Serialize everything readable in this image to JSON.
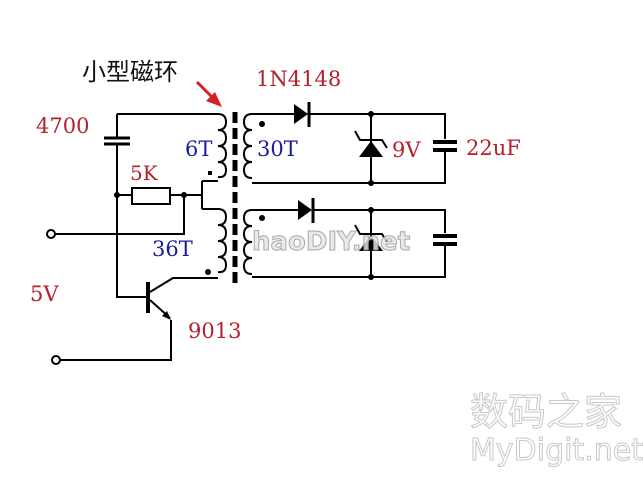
{
  "diagram": {
    "title_label": "小型磁环",
    "components": {
      "capacitor_input": "4700",
      "resistor": "5K",
      "primary_winding": "6T",
      "feedback_winding": "36T",
      "secondary_winding": "30T",
      "diode": "1N4148",
      "zener": "9V",
      "capacitor_output": "22uF",
      "transistor": "9013",
      "supply": "5V"
    },
    "colors": {
      "component_label": "#b5202a",
      "winding_label": "#1a1a9c",
      "wire": "#000000",
      "arrow": "#d42020"
    }
  },
  "watermarks": {
    "center": "haoDIY.net",
    "corner_cn": "数码之家",
    "corner_en": "MyDigit.net"
  }
}
